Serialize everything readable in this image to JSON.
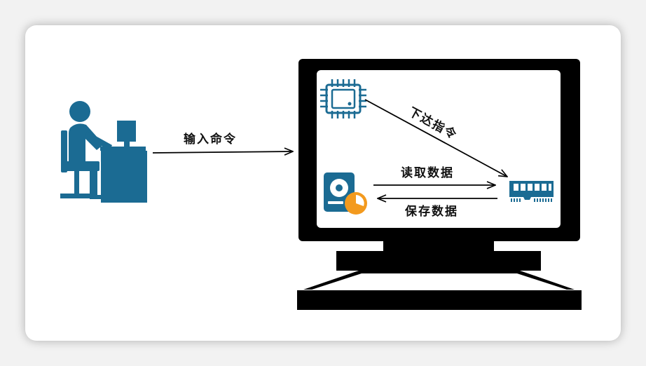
{
  "labels": {
    "input_command": "输入命令",
    "issue_instruction": "下达指令",
    "read_data": "读取数据",
    "save_data": "保存数据"
  },
  "colors": {
    "icon_blue": "#1b6b93",
    "disk_orange": "#f39a1e",
    "monitor_black": "#000000",
    "screen_white": "#ffffff"
  },
  "icons": {
    "user": "person-at-computer-icon",
    "cpu": "cpu-chip-icon",
    "ram": "memory-module-icon",
    "disk": "hard-disk-icon",
    "monitor": "monitor-icon"
  }
}
